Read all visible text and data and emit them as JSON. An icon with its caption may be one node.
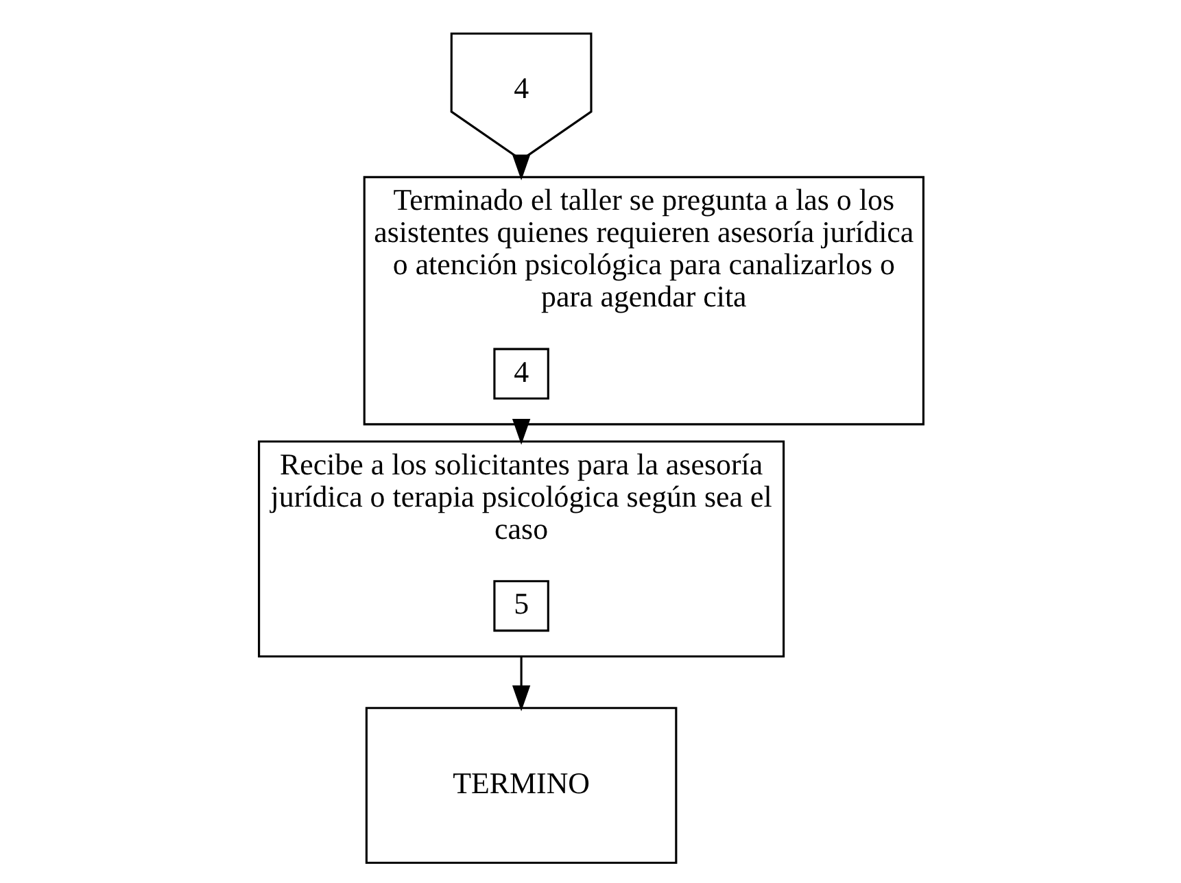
{
  "diagram": {
    "nodes": [
      {
        "text": [
          "4"
        ]
      },
      {
        "text": [
          "Terminado el taller se pregunta a las o los asistentes quienes requieren asesoría jurídica o atención psicológica para canalizarlos o para agendar cita"
        ]
      },
      {
        "text": [
          "4"
        ],
        "in": 1
      },
      {
        "text": [
          "Recibe a los solicitantes para la asesoría jurídica o terapia psicológica según sea el caso"
        ]
      },
      {
        "text": [
          "5"
        ],
        "in": 3
      },
      {
        "text": [
          "TERMINO"
        ]
      }
    ],
    "edges": [
      {
        "from": 0,
        "to": 1,
        "arrow": "to"
      },
      {
        "from": 1,
        "to": 3,
        "arrow": "to"
      },
      {
        "from": 3,
        "to": 5,
        "arrow": "to"
      }
    ]
  }
}
